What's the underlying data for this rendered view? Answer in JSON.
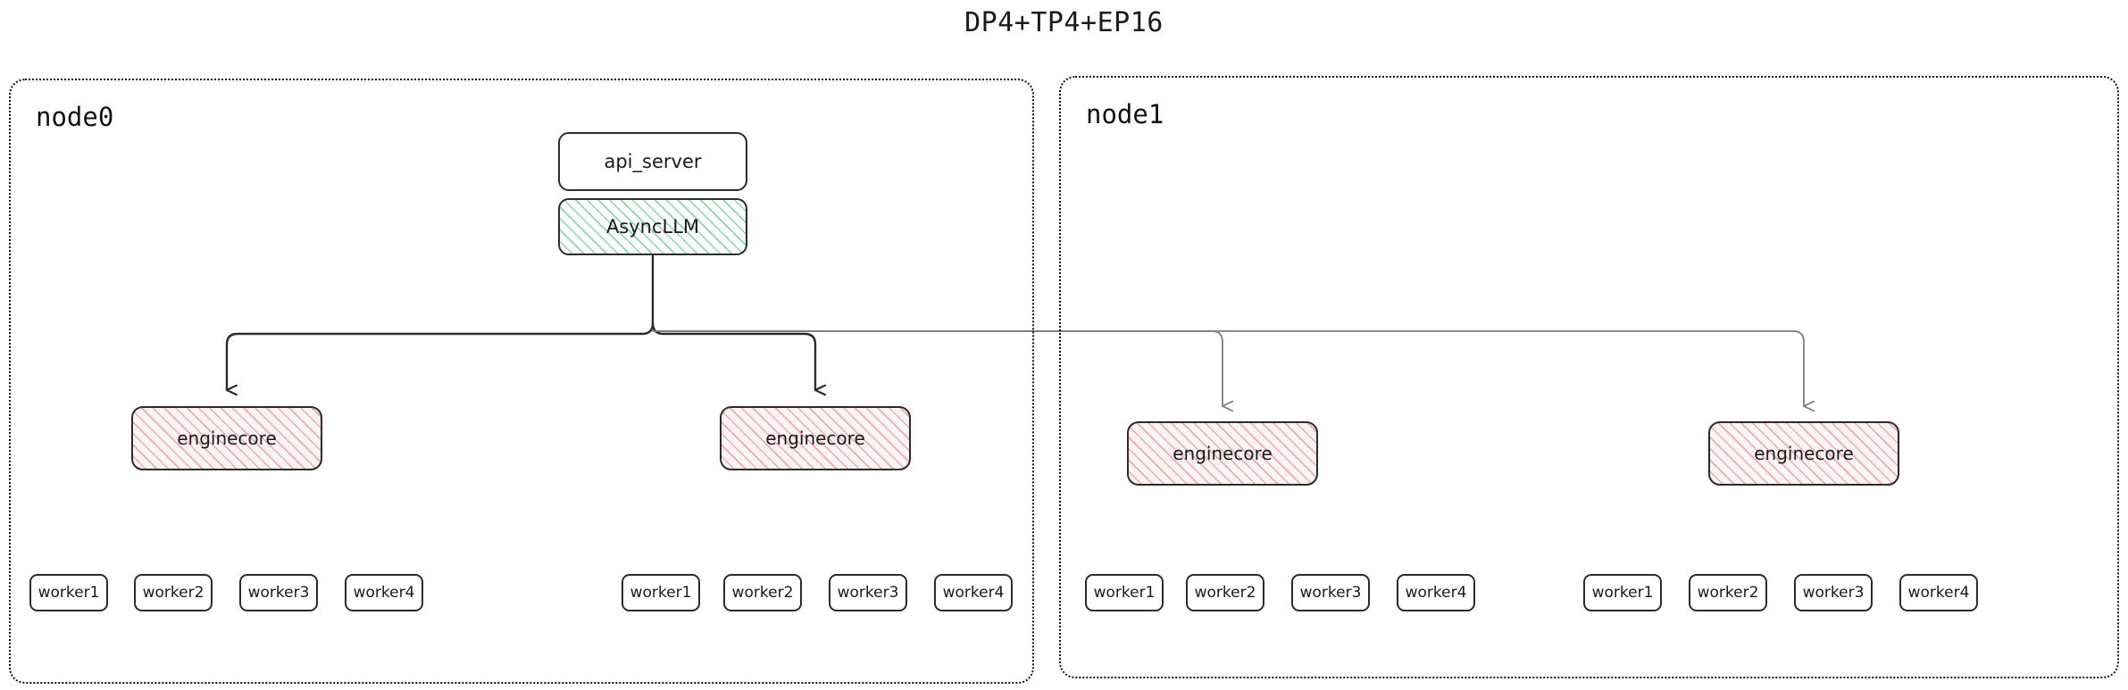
{
  "title": "DP4+TP4+EP16",
  "clusters": [
    {
      "id": "node0",
      "label": "node0",
      "engines": [
        {
          "label": "enginecore",
          "workers": [
            {
              "label": "worker1"
            },
            {
              "label": "worker2"
            },
            {
              "label": "worker3"
            },
            {
              "label": "worker4"
            }
          ]
        },
        {
          "label": "enginecore",
          "workers": [
            {
              "label": "worker1"
            },
            {
              "label": "worker2"
            },
            {
              "label": "worker3"
            },
            {
              "label": "worker4"
            }
          ]
        }
      ]
    },
    {
      "id": "node1",
      "label": "node1",
      "engines": [
        {
          "label": "enginecore",
          "workers": [
            {
              "label": "worker1"
            },
            {
              "label": "worker2"
            },
            {
              "label": "worker3"
            },
            {
              "label": "worker4"
            }
          ]
        },
        {
          "label": "enginecore",
          "workers": [
            {
              "label": "worker1"
            },
            {
              "label": "worker2"
            },
            {
              "label": "worker3"
            },
            {
              "label": "worker4"
            }
          ]
        }
      ]
    }
  ],
  "frontend": {
    "api_server": "api_server",
    "async_llm": "AsyncLLM"
  },
  "colors": {
    "stroke_dark": "#2b2b2b",
    "stroke_light": "#7d7d7d",
    "asyncllm_hatch": "#6ed391",
    "enginecore_hatch": "#f09696",
    "enginecore_fill": "#fdf4f4",
    "cluster_border": "#111111",
    "text": "#1a1a1a",
    "background": "#ffffff"
  }
}
